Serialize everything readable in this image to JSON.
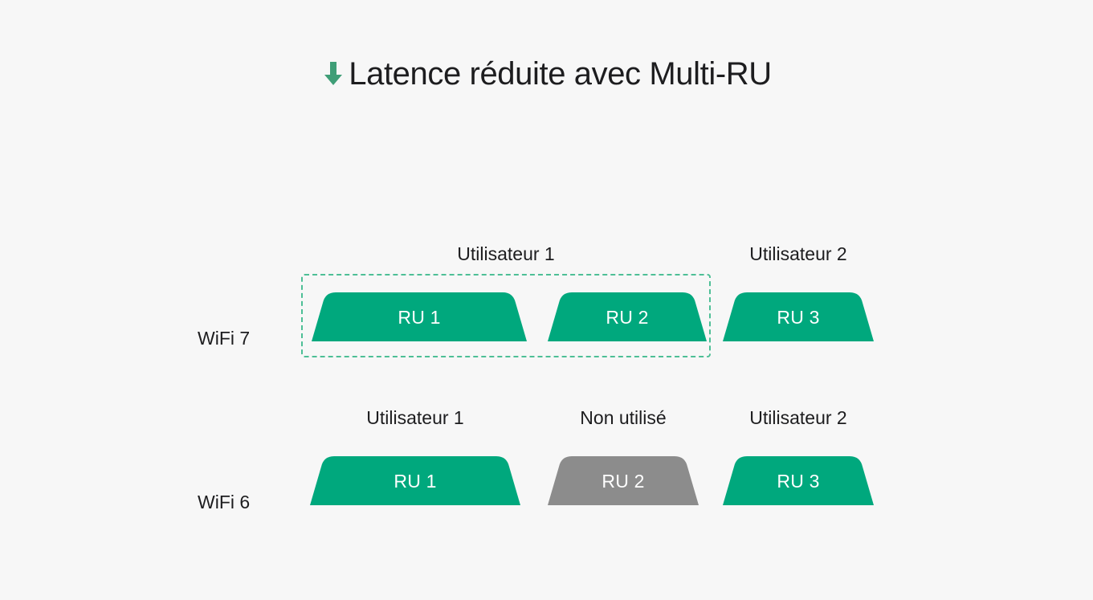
{
  "title": {
    "icon": "down-arrow-icon",
    "text": "Latence réduite avec Multi-RU"
  },
  "colors": {
    "background": "#f7f7f7",
    "accent_green": "#00a87d",
    "dashed_green": "#4dbf96",
    "inactive_gray": "#8c8c8c",
    "text_dark": "#1d1d1f",
    "text_on_block": "#ffffff"
  },
  "rows": [
    {
      "label": "WiFi 7",
      "group_label": "Utilisateur 1",
      "blocks": [
        {
          "label": "RU 1",
          "caption": "",
          "state": "active"
        },
        {
          "label": "RU 2",
          "caption": "",
          "state": "active"
        },
        {
          "label": "RU 3",
          "caption": "Utilisateur 2",
          "state": "active"
        }
      ]
    },
    {
      "label": "WiFi 6",
      "group_label": "",
      "blocks": [
        {
          "label": "RU 1",
          "caption": "Utilisateur 1",
          "state": "active"
        },
        {
          "label": "RU 2",
          "caption": "Non utilisé",
          "state": "inactive"
        },
        {
          "label": "RU 3",
          "caption": "Utilisateur 2",
          "state": "active"
        }
      ]
    }
  ]
}
